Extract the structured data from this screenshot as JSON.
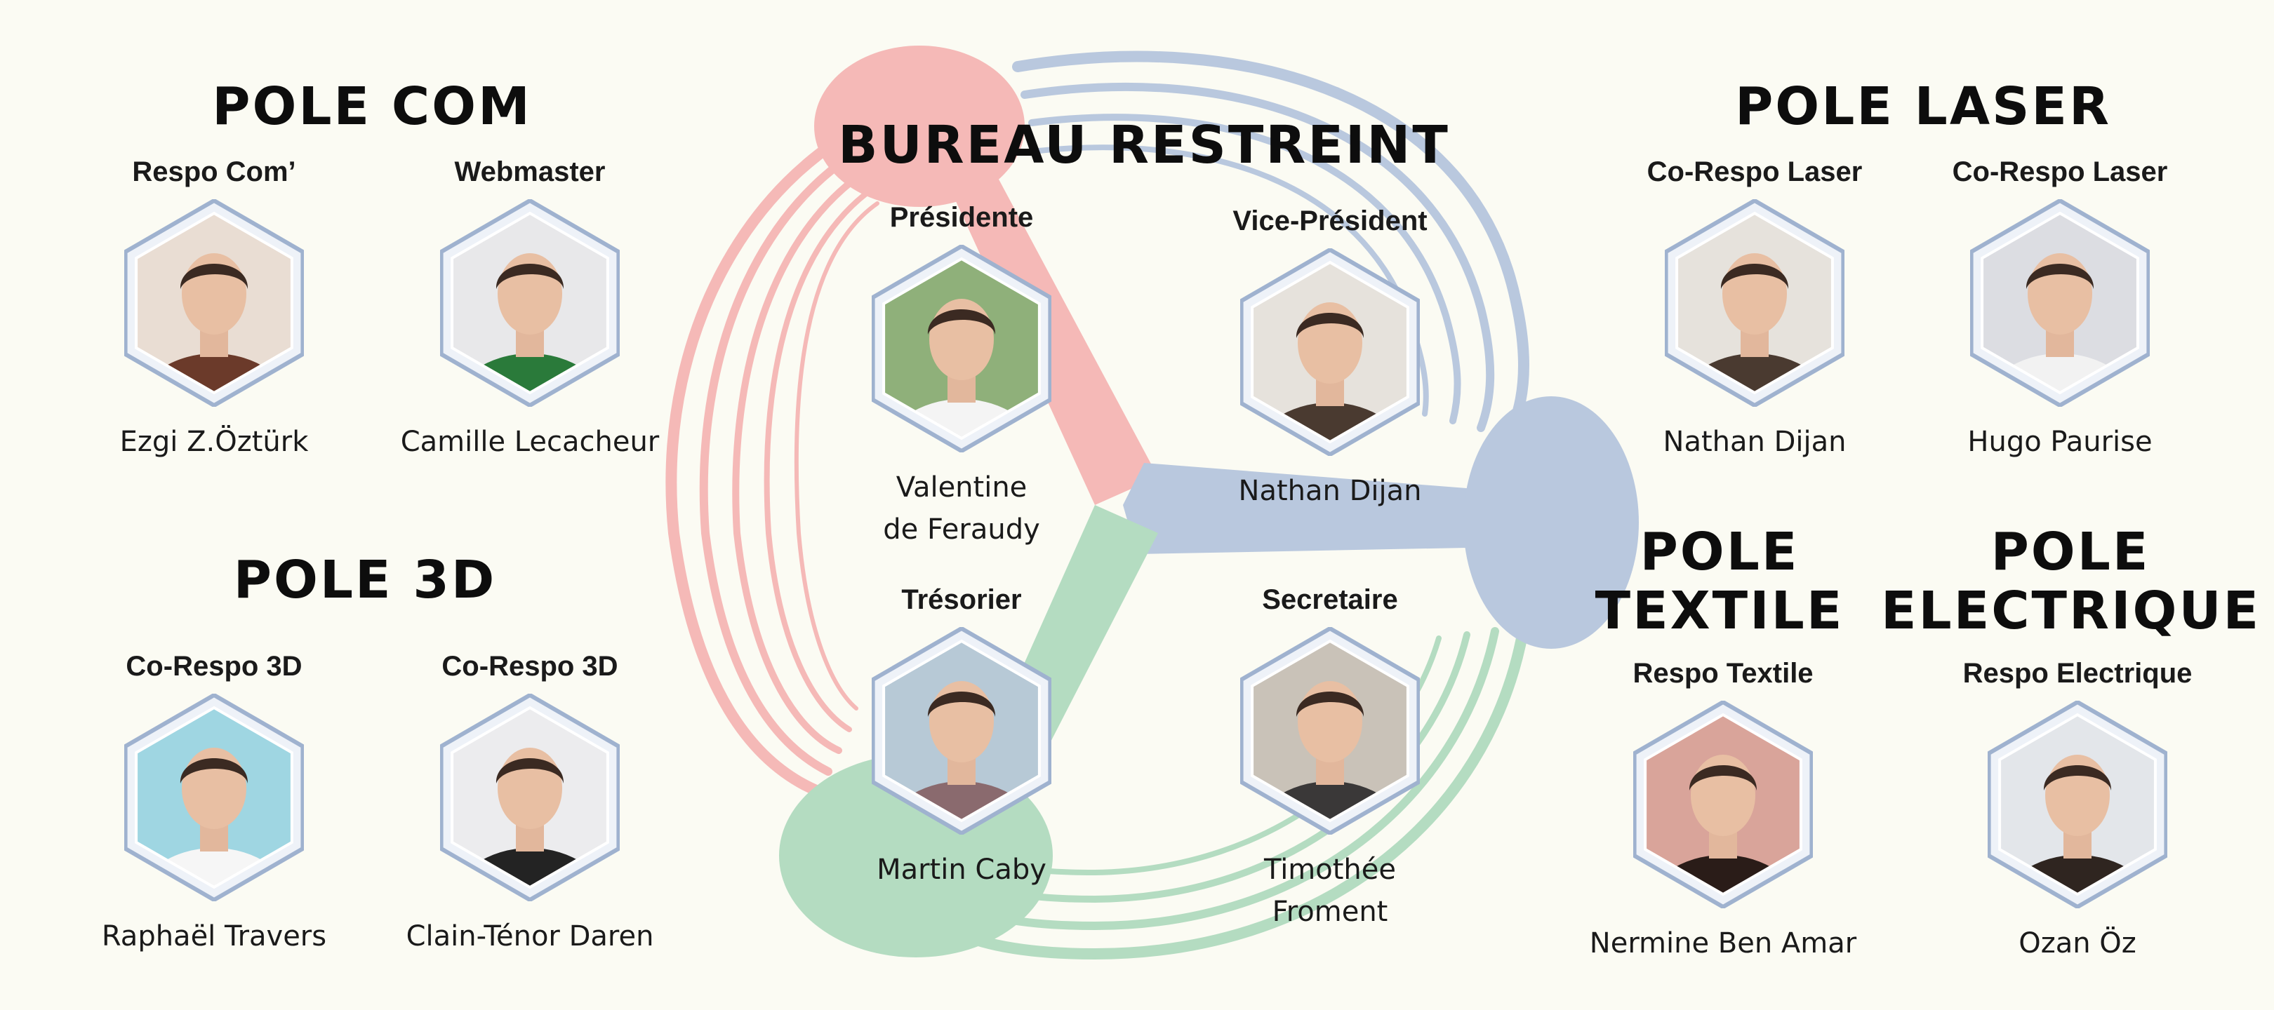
{
  "titles": {
    "com": "POLE COM",
    "laser": "POLE LASER",
    "bureau": "BUREAU RESTREINT",
    "d3": "POLE 3D",
    "textile_1": "POLE",
    "textile_2": "TEXTILE",
    "electrique_1": "POLE",
    "electrique_2": "ELECTRIQUE"
  },
  "members": {
    "com_respo": {
      "role": "Respo Com’",
      "name": "Ezgi Z.Öztürk",
      "portrait_bg": "#e9ddd3",
      "portrait_fg": "#6b3a2a"
    },
    "com_webmaster": {
      "role": "Webmaster",
      "name": "Camille Lecacheur",
      "portrait_bg": "#e8e8ea",
      "portrait_fg": "#2a7a3a"
    },
    "laser_1": {
      "role": "Co-Respo Laser",
      "name": "Nathan Dijan",
      "portrait_bg": "#e6e2dc",
      "portrait_fg": "#4a3a30"
    },
    "laser_2": {
      "role": "Co-Respo Laser",
      "name": "Hugo Paurise",
      "portrait_bg": "#dcdde2",
      "portrait_fg": "#f2f2f2"
    },
    "presidente": {
      "role": "Présidente",
      "name_1": "Valentine",
      "name_2": "de Feraudy",
      "portrait_bg": "#8fb07a",
      "portrait_fg": "#f4f4f4"
    },
    "vice_president": {
      "role": "Vice-Président",
      "name": "Nathan Dijan",
      "portrait_bg": "#e6e2dc",
      "portrait_fg": "#4a3a30"
    },
    "tresorier": {
      "role": "Trésorier",
      "name": "Martin Caby",
      "portrait_bg": "#b7c9d6",
      "portrait_fg": "#8a6a6e"
    },
    "secretaire": {
      "role": "Secretaire",
      "name_1": "Timothée",
      "name_2": "Froment",
      "portrait_bg": "#c9c2b8",
      "portrait_fg": "#3a3838"
    },
    "d3_1": {
      "role": "Co-Respo 3D",
      "name": "Raphaël Travers",
      "portrait_bg": "#9fd6e2",
      "portrait_fg": "#f6f6f6"
    },
    "d3_2": {
      "role": "Co-Respo 3D",
      "name": "Clain-Ténor Daren",
      "portrait_bg": "#ececee",
      "portrait_fg": "#232323"
    },
    "textile": {
      "role": "Respo Textile",
      "name": "Nermine Ben Amar",
      "portrait_bg": "#d9a49a",
      "portrait_fg": "#2a1c18"
    },
    "electrique": {
      "role": "Respo Electrique",
      "name": "Ozan Öz",
      "portrait_bg": "#e3e6ea",
      "portrait_fg": "#2f2520"
    }
  },
  "colors": {
    "background": "#fbfbf3",
    "pink": "#f5b9b7",
    "blue": "#b9c8de",
    "green": "#b4dcc1",
    "hex_frame": "#9fb2cf"
  }
}
